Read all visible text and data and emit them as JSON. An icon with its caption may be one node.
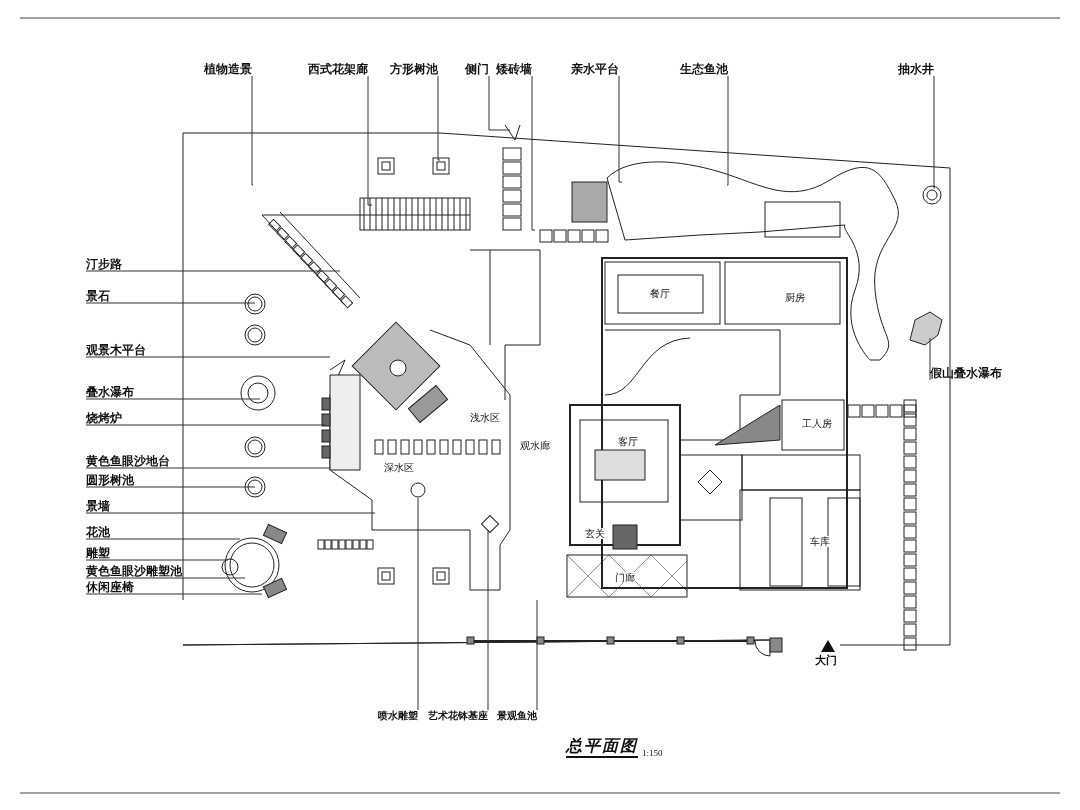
{
  "diagram": {
    "title": "总平面图",
    "nodes": [
      {
        "text": [
          "植物造景"
        ]
      },
      {
        "text": [
          "西式花架廊"
        ]
      },
      {
        "text": [
          "方形树池"
        ]
      },
      {
        "text": [
          "侧门"
        ]
      },
      {
        "text": [
          "矮砖墙"
        ]
      },
      {
        "text": [
          "亲水平台"
        ]
      },
      {
        "text": [
          "生态鱼池"
        ]
      },
      {
        "text": [
          "抽水井"
        ]
      },
      {
        "text": [
          "汀步路"
        ]
      },
      {
        "text": [
          "景石"
        ]
      },
      {
        "text": [
          "观景木平台"
        ]
      },
      {
        "text": [
          "叠水瀑布"
        ]
      },
      {
        "text": [
          "烧烤炉"
        ]
      },
      {
        "text": [
          "黄色鱼眼沙地台"
        ]
      },
      {
        "text": [
          "圆形树池"
        ]
      },
      {
        "text": [
          "景墙"
        ]
      },
      {
        "text": [
          "花池"
        ]
      },
      {
        "text": [
          "雕塑"
        ]
      },
      {
        "text": [
          "黄色鱼眼沙雕塑池"
        ]
      },
      {
        "text": [
          "休闲座椅"
        ]
      },
      {
        "text": [
          "假山叠水瀑布"
        ]
      },
      {
        "text": [
          "喷水雕塑"
        ]
      },
      {
        "text": [
          "艺术花钵基座"
        ]
      },
      {
        "text": [
          "景观鱼池"
        ]
      }
    ],
    "edges": [
      {
        "from": 0,
        "to": null,
        "arrow": "none"
      },
      {
        "from": 1,
        "to": null,
        "arrow": "none"
      },
      {
        "from": 2,
        "to": null,
        "arrow": "none"
      },
      {
        "from": 3,
        "to": null,
        "arrow": "none"
      },
      {
        "from": 4,
        "to": null,
        "arrow": "none"
      },
      {
        "from": 5,
        "to": null,
        "arrow": "none"
      },
      {
        "from": 6,
        "to": null,
        "arrow": "none"
      },
      {
        "from": 7,
        "to": null,
        "arrow": "none"
      },
      {
        "from": 8,
        "to": null,
        "arrow": "none"
      },
      {
        "from": 9,
        "to": null,
        "arrow": "none"
      },
      {
        "from": 10,
        "to": null,
        "arrow": "none"
      },
      {
        "from": 11,
        "to": null,
        "arrow": "none"
      },
      {
        "from": 12,
        "to": null,
        "arrow": "none"
      },
      {
        "from": 13,
        "to": null,
        "arrow": "none"
      },
      {
        "from": 14,
        "to": null,
        "arrow": "none"
      },
      {
        "from": 15,
        "to": null,
        "arrow": "none"
      },
      {
        "from": 16,
        "to": null,
        "arrow": "none"
      },
      {
        "from": 17,
        "to": null,
        "arrow": "none"
      },
      {
        "from": 18,
        "to": null,
        "arrow": "none"
      },
      {
        "from": 19,
        "to": null,
        "arrow": "none"
      },
      {
        "from": 20,
        "to": null,
        "arrow": "none"
      },
      {
        "from": 21,
        "to": null,
        "arrow": "none"
      },
      {
        "from": 22,
        "to": null,
        "arrow": "none"
      },
      {
        "from": 23,
        "to": null,
        "arrow": "none"
      }
    ],
    "labels": [
      "餐厅",
      "厨房",
      "客厅",
      "工人房",
      "浅水区",
      "观水廊",
      "深水区",
      "车库",
      "玄关",
      "门廊",
      "大门",
      "1:150"
    ]
  }
}
